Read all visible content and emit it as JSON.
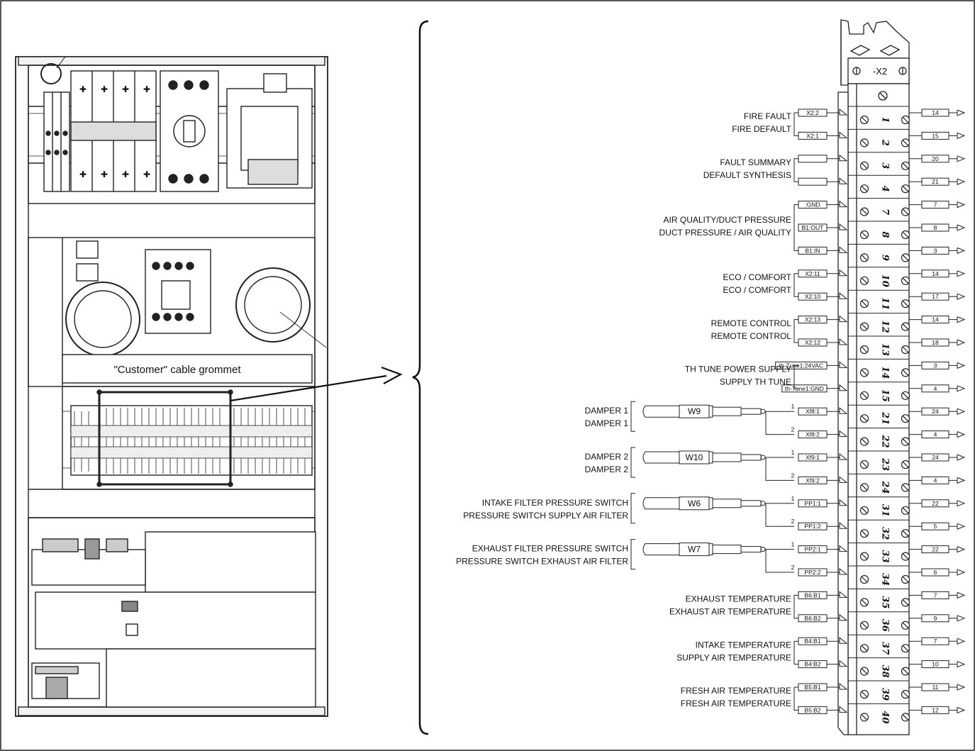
{
  "cabinet": {
    "grommet_label": "\"Customer\" cable grommet"
  },
  "terminal_block": {
    "id": "-X2",
    "terminals": [
      {
        "num": "1",
        "left": "X2:2",
        "right": "14",
        "wire": null
      },
      {
        "num": "2",
        "left": "X2:1",
        "right": "15",
        "wire": null
      },
      {
        "num": "3",
        "left": "",
        "right": "20",
        "wire": null
      },
      {
        "num": "4",
        "left": "",
        "right": "21",
        "wire": null
      },
      {
        "num": "7",
        "left": ":GND",
        "right": "7",
        "wire": null
      },
      {
        "num": "8",
        "left": "B1:OUT",
        "right": "8",
        "wire": null
      },
      {
        "num": "9",
        "left": "B1:IN",
        "right": "3",
        "wire": null
      },
      {
        "num": "10",
        "left": "X2:11",
        "right": "14",
        "wire": null
      },
      {
        "num": "11",
        "left": "X2:10",
        "right": "17",
        "wire": null
      },
      {
        "num": "12",
        "left": "X2:13",
        "right": "14",
        "wire": null
      },
      {
        "num": "13",
        "left": "X2:12",
        "right": "18",
        "wire": null
      },
      {
        "num": "14",
        "left": "th-Tune1:24VAC",
        "right": "3",
        "wire": null
      },
      {
        "num": "15",
        "left": "th-Tune1:GND",
        "right": "4",
        "wire": null
      },
      {
        "num": "21",
        "left": "Xf8:1",
        "right": "24",
        "wire": "1"
      },
      {
        "num": "22",
        "left": "Xf8:2",
        "right": "4",
        "wire": "2"
      },
      {
        "num": "23",
        "left": "Xf9:1",
        "right": "24",
        "wire": "1"
      },
      {
        "num": "24",
        "left": "Xf9:2",
        "right": "4",
        "wire": "2"
      },
      {
        "num": "31",
        "left": "PP1:1",
        "right": "22",
        "wire": "1"
      },
      {
        "num": "32",
        "left": "PP1:2",
        "right": "5",
        "wire": "2"
      },
      {
        "num": "33",
        "left": "PP2:1",
        "right": "22",
        "wire": "1"
      },
      {
        "num": "34",
        "left": "PP2:2",
        "right": "6",
        "wire": "2"
      },
      {
        "num": "35",
        "left": "B6:B1",
        "right": "7",
        "wire": null
      },
      {
        "num": "36",
        "left": "B6:B2",
        "right": "9",
        "wire": null
      },
      {
        "num": "37",
        "left": "B4:B1",
        "right": "7",
        "wire": null
      },
      {
        "num": "38",
        "left": "B4:B2",
        "right": "10",
        "wire": null
      },
      {
        "num": "39",
        "left": "B5:B1",
        "right": "11",
        "wire": null
      },
      {
        "num": "40",
        "left": "B5:B2",
        "right": "12",
        "wire": null
      }
    ]
  },
  "groups": [
    {
      "lines": [
        "FIRE FAULT",
        "FIRE DEFAULT"
      ],
      "cable": null
    },
    {
      "lines": [
        "FAULT SUMMARY",
        "DEFAULT SYNTHESIS"
      ],
      "cable": null
    },
    {
      "lines": [
        "AIR QUALITY/DUCT PRESSURE",
        "DUCT PRESSURE / AIR QUALITY"
      ],
      "cable": null
    },
    {
      "lines": [
        "ECO / COMFORT",
        "ECO /  COMFORT"
      ],
      "cable": null
    },
    {
      "lines": [
        "REMOTE CONTROL",
        "REMOTE CONTROL"
      ],
      "cable": null
    },
    {
      "lines": [
        "TH TUNE POWER SUPPLY",
        "SUPPLY TH TUNE"
      ],
      "cable": null
    },
    {
      "lines": [
        "DAMPER 1",
        "DAMPER 1"
      ],
      "cable": "W9"
    },
    {
      "lines": [
        "DAMPER 2",
        "DAMPER 2"
      ],
      "cable": "W10"
    },
    {
      "lines": [
        "INTAKE FILTER PRESSURE SWITCH",
        "PRESSURE SWITCH SUPPLY AIR FILTER"
      ],
      "cable": "W6"
    },
    {
      "lines": [
        "EXHAUST FILTER PRESSURE SWITCH",
        "PRESSURE SWITCH EXHAUST AIR FILTER"
      ],
      "cable": "W7"
    },
    {
      "lines": [
        "EXHAUST TEMPERATURE",
        "EXHAUST AIR TEMPERATURE"
      ],
      "cable": null
    },
    {
      "lines": [
        "INTAKE TEMPERATURE",
        "SUPPLY AIR TEMPERATURE"
      ],
      "cable": null
    },
    {
      "lines": [
        "FRESH AIR TEMPERATURE",
        "FRESH AIR TEMPERATURE"
      ],
      "cable": null
    }
  ]
}
